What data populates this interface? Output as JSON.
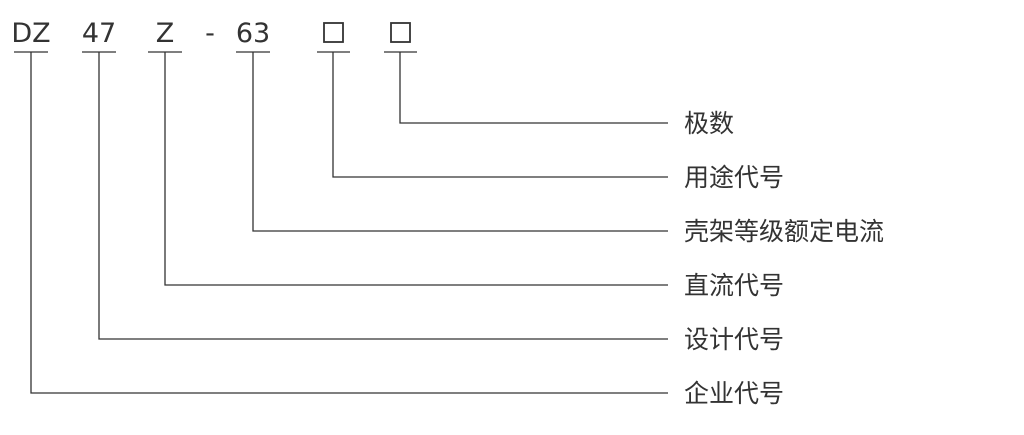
{
  "code": {
    "part_enterprise": "DZ",
    "part_design": "47",
    "part_dc": "Z",
    "separator": "-",
    "part_current": "63",
    "part_usage_symbol": "□",
    "part_poles_symbol": "□"
  },
  "labels": {
    "poles": "极数",
    "usage": "用途代号",
    "frame_current": "壳架等级额定电流",
    "dc": "直流代号",
    "design": "设计代号",
    "enterprise": "企业代号"
  }
}
